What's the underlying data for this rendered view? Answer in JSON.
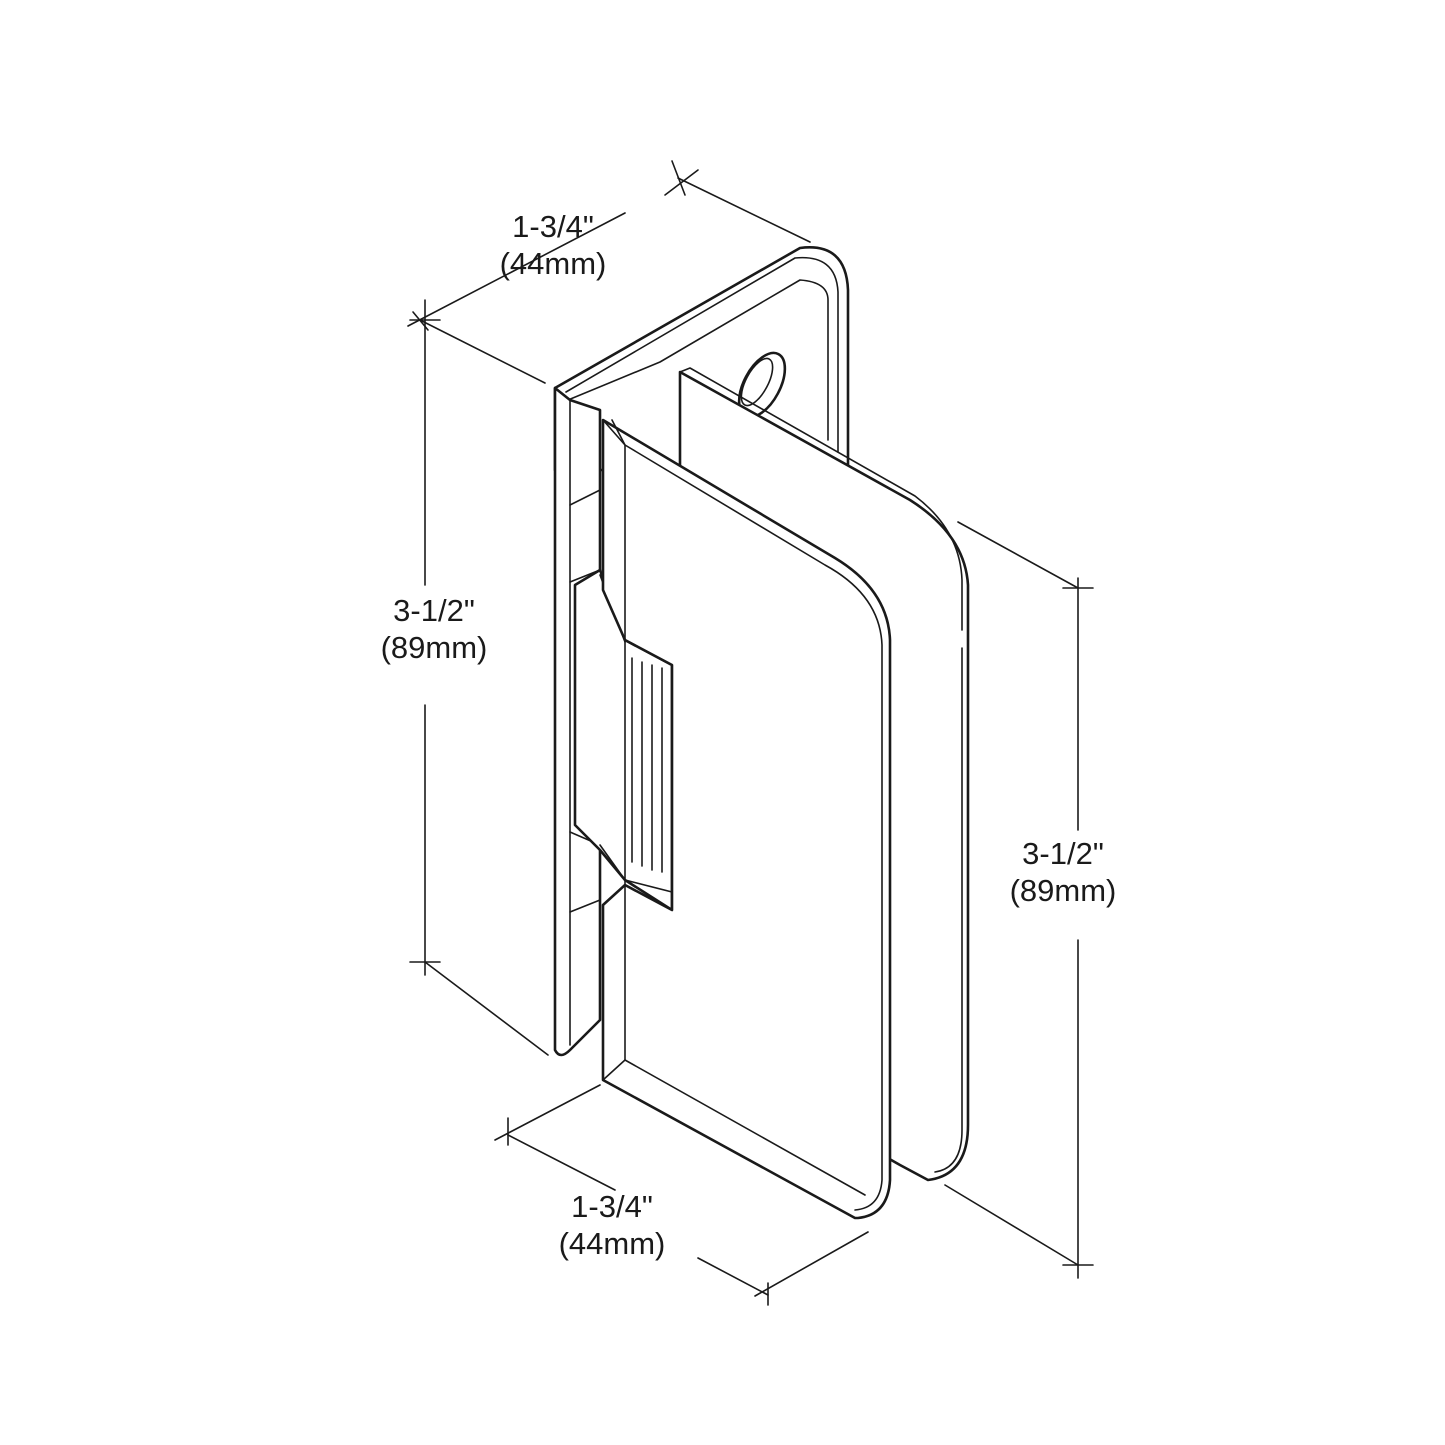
{
  "diagram": {
    "dimensions": {
      "top_width": {
        "imperial": "1-3/4\"",
        "metric": "(44mm)"
      },
      "left_height": {
        "imperial": "3-1/2\"",
        "metric": "(89mm)"
      },
      "right_height": {
        "imperial": "3-1/2\"",
        "metric": "(89mm)"
      },
      "bottom_width": {
        "imperial": "1-3/4\"",
        "metric": "(44mm)"
      }
    },
    "line_color": "#1a1a1a",
    "background": "#ffffff"
  }
}
